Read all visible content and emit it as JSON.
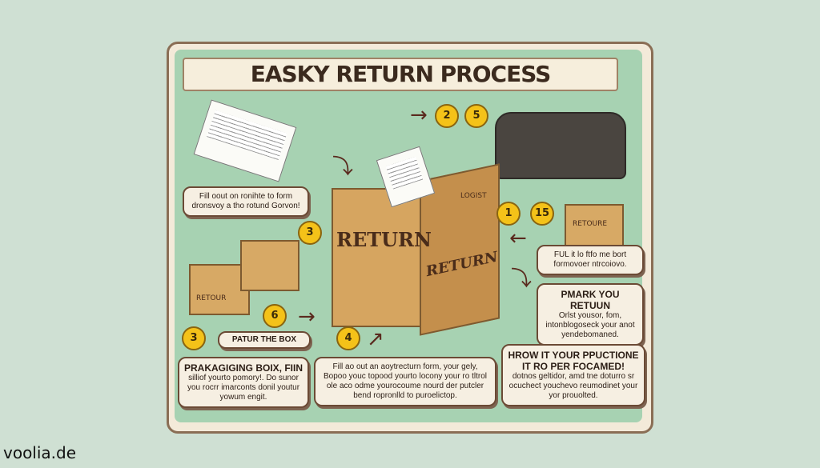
{
  "title": "EASKY RETURN PROCESS",
  "box_labels": {
    "main_front": "RETURN",
    "main_side": "RETURN",
    "sub_front": "RETOUR",
    "sub_side": "RETOURE",
    "lid_text": "LOGIST"
  },
  "numbers": [
    "2",
    "5",
    "1",
    "15",
    "3",
    "3",
    "6",
    "4"
  ],
  "notes": {
    "n1": "Fill oout on ronihte to form dronsvoy a tho rotund Gorvon!",
    "n2": "PATUR THE BOX",
    "n3_title": "PRAKAGIGING BOIX, FIIN",
    "n3_body": "silliof yourto pomory!. Do sunor you rocrr imarconts donil youtur yowum engit.",
    "n4": "Fill ao out an aoytrecturn form, your gely, Bopoo youc topood yourto locony your ro tltrol ole aco odme yourocoume nourd der putcler bend ropronlld to puroelictop.",
    "n5": "FUL it lo ftfo me bort formovoer ntrcoiovo.",
    "n6_title": "PMARK YOU RETUUN",
    "n6_body": "Orlst yousor, fom, intonblogoseck your anot yendebomaned.",
    "n7_title": "HROW IT YOUR PPUCTIONE IT RO PER FOCAMED!",
    "n7_body": "dotnos geltidor, amd tne doturro sr ocuchect youchevo reumodinet your yor prouolted."
  },
  "watermark": "voolia.de"
}
